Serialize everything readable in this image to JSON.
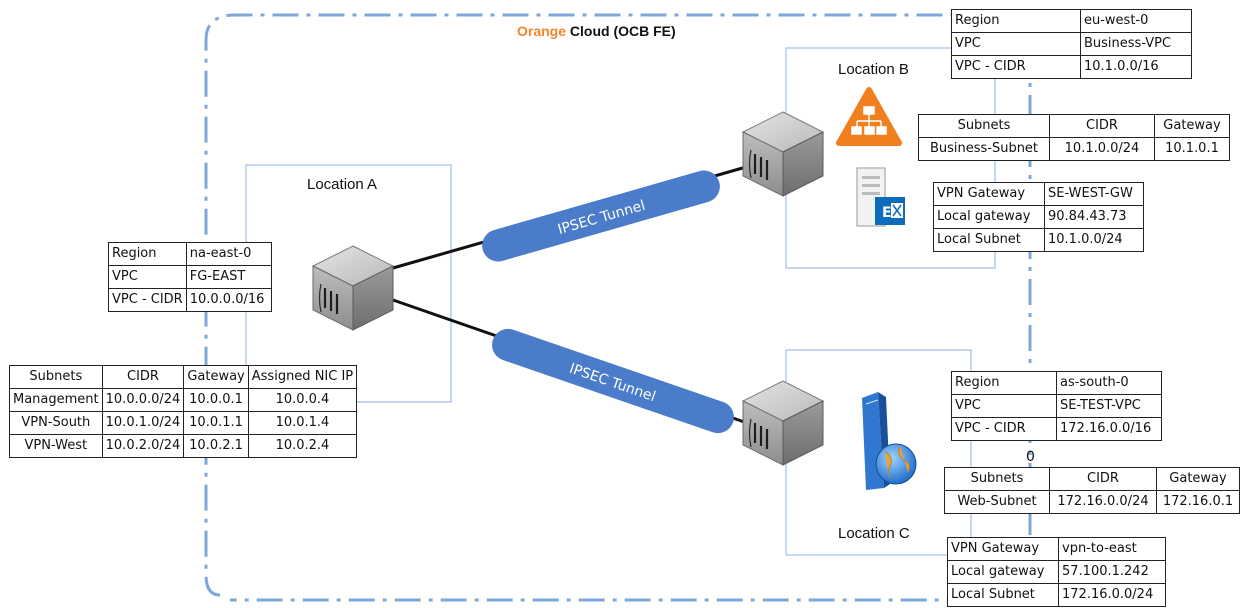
{
  "cloud": {
    "title_brand": "Orange",
    "title_rest": " Cloud (OCB FE)",
    "brand_color": "#F4852A",
    "border_color": "#7DA7D9"
  },
  "locations": {
    "a": "Location A",
    "b": "Location B",
    "c": "Location C"
  },
  "tunnels": {
    "top": "IPSEC Tunnel",
    "bottom": "IPSEC Tunnel",
    "color": "#4A7CC9"
  },
  "vpc_a": {
    "rows": [
      [
        "Region",
        "na-east-0"
      ],
      [
        "VPC",
        "FG-EAST"
      ],
      [
        "VPC - CIDR",
        "10.0.0.0/16"
      ]
    ]
  },
  "subnets_a": {
    "headers": [
      "Subnets",
      "CIDR",
      "Gateway",
      "Assigned NIC IP"
    ],
    "rows": [
      [
        "Management",
        "10.0.0.0/24",
        "10.0.0.1",
        "10.0.0.4"
      ],
      [
        "VPN-South",
        "10.0.1.0/24",
        "10.0.1.1",
        "10.0.1.4"
      ],
      [
        "VPN-West",
        "10.0.2.0/24",
        "10.0.2.1",
        "10.0.2.4"
      ]
    ]
  },
  "vpc_b": {
    "rows": [
      [
        "Region",
        "eu-west-0"
      ],
      [
        "VPC",
        "Business-VPC"
      ],
      [
        "VPC - CIDR",
        "10.1.0.0/16"
      ]
    ]
  },
  "subnets_b": {
    "headers": [
      "Subnets",
      "CIDR",
      "Gateway"
    ],
    "rows": [
      [
        "Business-Subnet",
        "10.1.0.0/24",
        "10.1.0.1"
      ]
    ]
  },
  "vpn_b": {
    "rows": [
      [
        "VPN Gateway",
        "SE-WEST-GW"
      ],
      [
        "Local gateway",
        "90.84.43.73"
      ],
      [
        "Local Subnet",
        "10.1.0.0/24"
      ]
    ]
  },
  "vpc_c": {
    "rows": [
      [
        "Region",
        "as-south-0"
      ],
      [
        "VPC",
        "SE-TEST-VPC"
      ],
      [
        "VPC - CIDR",
        "172.16.0.0/16"
      ]
    ]
  },
  "stray_c": "0",
  "subnets_c": {
    "headers": [
      "Subnets",
      "CIDR",
      "Gateway"
    ],
    "rows": [
      [
        "Web-Subnet",
        "172.16.0.0/24",
        "172.16.0.1"
      ]
    ]
  },
  "vpn_c": {
    "rows": [
      [
        "VPN Gateway",
        "vpn-to-east"
      ],
      [
        "Local gateway",
        "57.100.1.242"
      ],
      [
        "Local Subnet",
        "172.16.0.0/24"
      ]
    ]
  },
  "icons": [
    "router-cube-icon",
    "network-hierarchy-icon",
    "exchange-server-icon",
    "web-server-icon"
  ]
}
